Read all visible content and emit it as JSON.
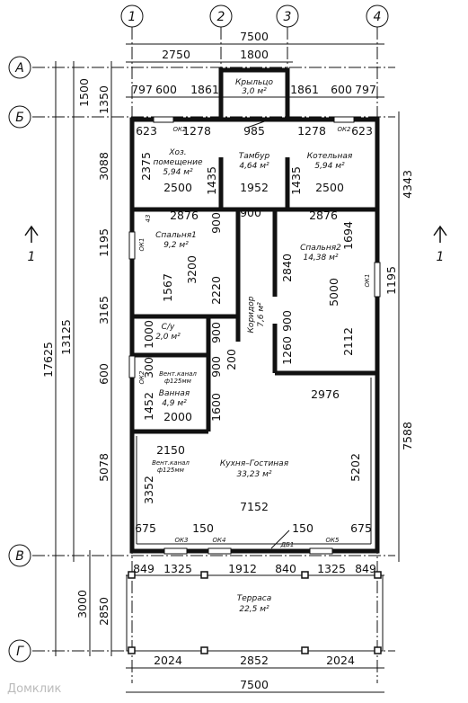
{
  "axes": {
    "cols": [
      "1",
      "2",
      "3",
      "4"
    ],
    "rows": [
      "А",
      "Б",
      "В",
      "Г"
    ]
  },
  "section_mark": "1",
  "top_dims": {
    "overall": "7500",
    "row2": [
      "2750",
      "1800"
    ],
    "row3": [
      "797",
      "600",
      "1861",
      "1861",
      "600",
      "797"
    ],
    "porch_label": "Крыльцо",
    "porch_area": "3,0 м²"
  },
  "bottom_dims": {
    "row1": [
      "2024",
      "2852",
      "2024"
    ],
    "overall": "7500"
  },
  "left_dims": {
    "overall": "17625",
    "total": "13125",
    "top": [
      "1500",
      "1350"
    ],
    "house": [
      "3088",
      "1195",
      "3165",
      "600",
      "5078"
    ],
    "terrace": [
      "3000",
      "2850"
    ]
  },
  "right_dims": {
    "a": "4343",
    "b": "1195",
    "c": "7588"
  },
  "interior_dims": {
    "d623l": "623",
    "d1278l": "1278",
    "d985": "985",
    "d1278r": "1278",
    "d623r": "623",
    "d2375": "2375",
    "d1435l": "1435",
    "d1435r": "1435",
    "d2500l": "2500",
    "d1952": "1952",
    "d2500r": "2500",
    "d2876l": "2876",
    "d900": "900",
    "d2876r": "2876",
    "d43": "43",
    "d900v": "900",
    "d1694": "1694",
    "d3200": "3200",
    "d2840": "2840",
    "d1567": "1567",
    "d2220": "2220",
    "d5000": "5000",
    "d900b": "900",
    "d1000": "1000",
    "d900c": "900",
    "d2112": "2112",
    "d1260": "1260",
    "d900d": "900",
    "d200": "200",
    "d300": "300",
    "d2976": "2976",
    "d1452": "1452",
    "d1600": "1600",
    "d2000": "2000",
    "d2150": "2150",
    "d3352": "3352",
    "d5202": "5202",
    "d7152": "7152",
    "d675l": "675",
    "d150l": "150",
    "d150r": "150",
    "d675r": "675",
    "b849l": "849",
    "b1325l": "1325",
    "b1912": "1912",
    "b840": "840",
    "b1325r": "1325",
    "b849r": "849"
  },
  "rooms": {
    "storage": {
      "name": "Хоз.",
      "name2": "помещение",
      "area": "5,94 м²"
    },
    "vestibule": {
      "name": "Тамбур",
      "area": "4,64 м²"
    },
    "boiler": {
      "name": "Котельная",
      "area": "5,94 м²"
    },
    "bedroom1": {
      "name": "Спальня1",
      "area": "9,2 м²"
    },
    "bedroom2": {
      "name": "Спальня2",
      "area": "14,38 м²"
    },
    "corridor": {
      "name": "Коридор",
      "area": "7,6 м²"
    },
    "wc": {
      "name": "С/у",
      "area": "2,0 м²"
    },
    "bath": {
      "name": "Ванная",
      "area": "4,9 м²"
    },
    "kitchen": {
      "name": "Кухня–Гостиная",
      "area": "33,23 м²"
    },
    "terrace": {
      "name": "Терраса",
      "area": "22,5 м²"
    }
  },
  "vents": {
    "a": "Вент.канал",
    "a2": "ф125мм",
    "b": "Вент.канал",
    "b2": "ф125мм"
  },
  "openings": {
    "ok1l": "ОК1",
    "ok1r": "ОК1",
    "ok2a": "ОК2",
    "ok2b": "ОК2",
    "ok2c": "ОК2",
    "ok3": "ОК3",
    "ok4": "ОК4",
    "ok5": "ОК5",
    "db1": "ДБ1"
  },
  "watermark": "Домклик"
}
